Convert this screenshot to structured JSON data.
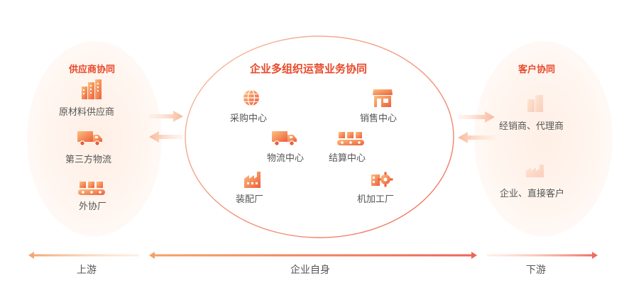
{
  "left_panel": {
    "title": "供应商协同",
    "items": [
      {
        "label": "原材料供应商",
        "icon": "factory-icon"
      },
      {
        "label": "第三方物流",
        "icon": "truck-icon"
      },
      {
        "label": "外协厂",
        "icon": "conveyor-icon"
      }
    ]
  },
  "center_panel": {
    "title": "企业多组织运营业务协同",
    "items": [
      {
        "label": "采购中心",
        "icon": "globe-icon"
      },
      {
        "label": "销售中心",
        "icon": "store-icon"
      },
      {
        "label": "物流中心",
        "icon": "truck-icon"
      },
      {
        "label": "结算中心",
        "icon": "conveyor-icon"
      },
      {
        "label": "装配厂",
        "icon": "factory-icon"
      },
      {
        "label": "机加工厂",
        "icon": "gear-machine-icon"
      }
    ]
  },
  "right_panel": {
    "title": "客户协同",
    "items": [
      {
        "label": "经销商、代理商",
        "icon": "building-icon"
      },
      {
        "label": "企业、直接客户",
        "icon": "factory-icon"
      }
    ]
  },
  "bottom": {
    "upstream": "上游",
    "enterprise": "企业自身",
    "downstream": "下游"
  },
  "colors": {
    "accent_dark": "#e8492a",
    "accent_light": "#f7a266",
    "ellipse_stroke": "#f0836a"
  }
}
